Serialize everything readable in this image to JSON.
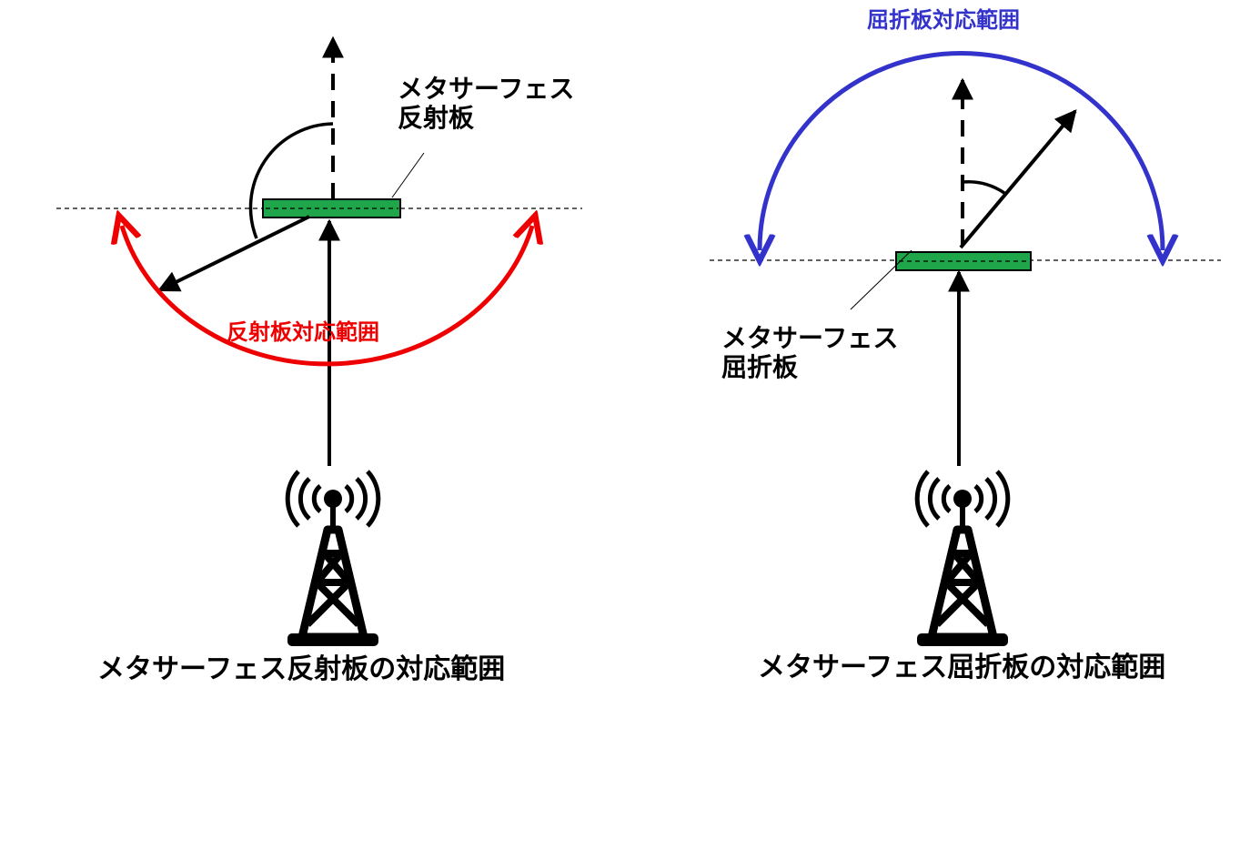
{
  "colors": {
    "reflect_range": "#ee0000",
    "refract_range": "#3333cc",
    "plate_fill": "#1fa64a",
    "line": "#000000"
  },
  "icons": {
    "tower": "radio-tower-icon"
  },
  "reflector": {
    "plate_label_line1": "メタサーフェス",
    "plate_label_line2": "反射板",
    "range_label": "反射板対応範囲",
    "caption": "メタサーフェス反射板の対応範囲"
  },
  "refractor": {
    "plate_label_line1": "メタサーフェス",
    "plate_label_line2": "屈折板",
    "range_label": "屈折板対応範囲",
    "caption": "メタサーフェス屈折板の対応範囲"
  }
}
